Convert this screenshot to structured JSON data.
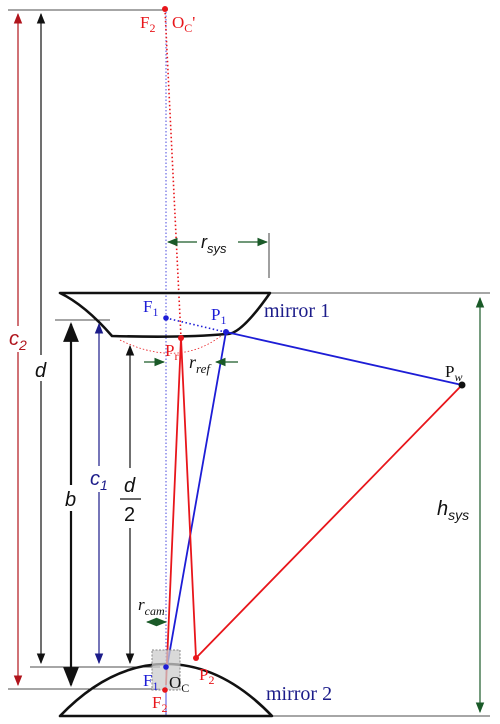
{
  "colors": {
    "red": "#e8161b",
    "blue": "#1d1dd6",
    "darkred": "#b0141c",
    "navy": "#1c1c8a",
    "green": "#1a5a28",
    "gray": "#cccccc",
    "black": "#111111"
  },
  "points": {
    "f2_prime": "F",
    "f2_prime_sub": "2",
    "oc_prime": "O",
    "oc_prime_sub": "C",
    "oc_prime_mark": "'",
    "f1_top": "F",
    "f1_top_sub": "1",
    "p1": "P",
    "p1_sub": "1",
    "pr": "P",
    "pr_sub": "r",
    "pw": "P",
    "pw_sub": "w",
    "f1_bottom": "F",
    "f1_bottom_sub": "1",
    "oc": "O",
    "oc_sub": "C",
    "p2": "P",
    "p2_sub": "2",
    "f2_bottom": "F",
    "f2_bottom_sub": "2"
  },
  "labels": {
    "mirror1": "mirror 1",
    "mirror2": "mirror 2",
    "r_sys": "r",
    "r_sys_sub": "sys",
    "r_ref": "r",
    "r_ref_sub": "ref",
    "r_cam": "r",
    "r_cam_sub": "cam",
    "h_sys": "h",
    "h_sys_sub": "sys",
    "c2": "c",
    "c2_sub": "2",
    "c1": "c",
    "c1_sub": "1",
    "d": "d",
    "b": "b",
    "half_num": "d",
    "half_den": "2"
  }
}
